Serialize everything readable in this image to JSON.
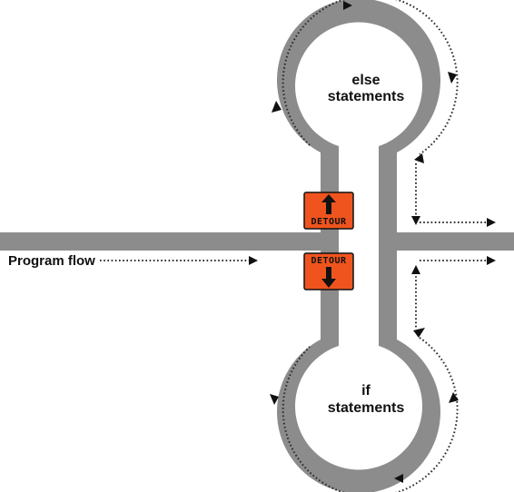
{
  "labels": {
    "program_flow": "Program flow",
    "else_loop_line1": "else",
    "else_loop_line2": "statements",
    "if_loop_line1": "if",
    "if_loop_line2": "statements"
  },
  "signs": {
    "top": {
      "text": "DETOUR",
      "arrow": "up"
    },
    "bottom": {
      "text": "DETOUR",
      "arrow": "down"
    }
  },
  "colors": {
    "road": "#8c8c8c",
    "sign": "#f0541e",
    "text": "#111111"
  }
}
